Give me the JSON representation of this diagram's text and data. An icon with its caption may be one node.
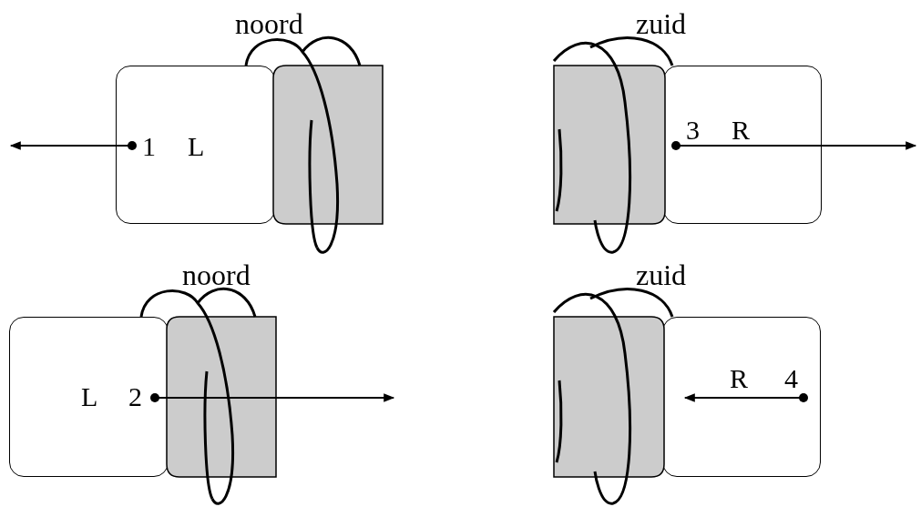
{
  "diagram": {
    "nodes": [
      {
        "text": [
          "1",
          "L"
        ]
      },
      {
        "text": [
          "3",
          "R"
        ]
      },
      {
        "text": [
          "L",
          "2"
        ]
      },
      {
        "text": [
          "R",
          "4"
        ]
      }
    ],
    "labels": [
      "noord",
      "zuid",
      "noord",
      "zuid"
    ]
  }
}
